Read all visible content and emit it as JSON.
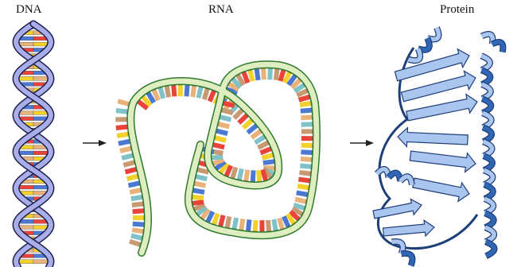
{
  "labels": {
    "dna": "DNA",
    "rna": "RNA",
    "protein": "Protein"
  },
  "colors": {
    "backbone_dna": "#a9aee8",
    "backbone_dna_dark": "#1d2150",
    "backbone_rna": "#dfeec0",
    "backbone_rna_dark": "#2f7a2c",
    "protein_light": "#aac6ef",
    "protein_dark": "#2f67b5",
    "base_colors": [
      "#e9433a",
      "#f3d02a",
      "#4a78d2",
      "#e9b27a",
      "#7fc3c9",
      "#c89a72"
    ]
  }
}
